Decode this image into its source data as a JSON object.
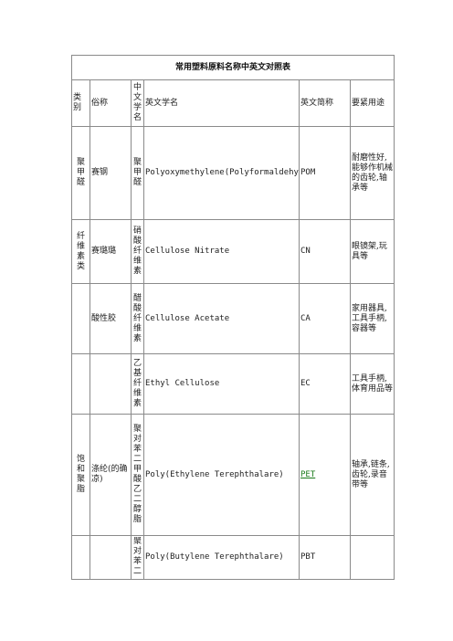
{
  "title": "常用塑料原料名称中英文对照表",
  "headers": {
    "category": "类别",
    "common_name": "俗称",
    "chinese_name": "中文学名",
    "english_name": "英文学名",
    "abbreviation": "英文简称",
    "main_use": "要紧用途"
  },
  "rows": [
    {
      "category": "聚甲醛",
      "common_name": "赛钢",
      "chinese_name": "聚甲醛",
      "english_name": "Polyoxymethylene(Polyformaldehyde)",
      "abbreviation": "POM",
      "main_use": "耐磨性好,能够作机械的齿轮,轴承等"
    },
    {
      "category": "纤维素类",
      "common_name": "赛璐璐",
      "chinese_name": "硝酸纤维素",
      "english_name": "Cellulose Nitrate",
      "abbreviation": "CN",
      "main_use": "眼镜架,玩具等"
    },
    {
      "category": "",
      "common_name": "酸性胶",
      "chinese_name": "醋酸纤维素",
      "english_name": "Cellulose Acetate",
      "abbreviation": "CA",
      "main_use": "家用器具,工具手柄,容器等"
    },
    {
      "category": "",
      "common_name": "",
      "chinese_name": "乙基纤维素",
      "english_name": "Ethyl Cellulose",
      "abbreviation": "EC",
      "main_use": "工具手柄,体育用品等"
    },
    {
      "category": "饱和聚脂",
      "common_name": "涤纶(的确凉)",
      "chinese_name": "聚对苯二甲酸乙二醇脂",
      "english_name": "Poly(Ethylene Terephthalare)",
      "abbreviation": "PET",
      "main_use": "轴承,链条,齿轮,录音带等"
    },
    {
      "category": "",
      "common_name": "",
      "chinese_name": "聚对苯二",
      "english_name": "Poly(Butylene Terephthalare)",
      "abbreviation": "PBT",
      "main_use": ""
    }
  ]
}
